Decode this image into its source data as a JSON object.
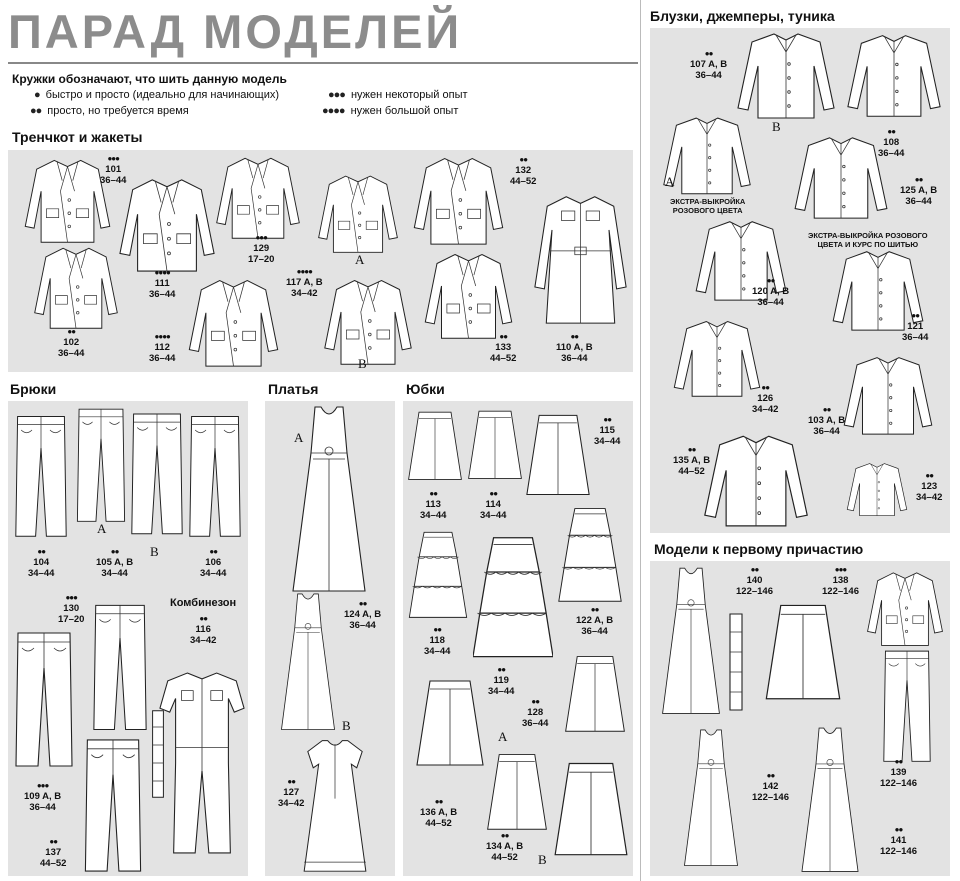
{
  "page": {
    "title": "ПАРАД МОДЕЛЕЙ",
    "legend_title": "Кружки обозначают, что шить данную модель",
    "legend": [
      {
        "dots": "●",
        "text": "быстро и просто (идеально для начинающих)"
      },
      {
        "dots": "●●",
        "text": "просто, но требуется время"
      },
      {
        "dots": "●●●",
        "text": "нужен некоторый опыт"
      },
      {
        "dots": "●●●●",
        "text": "нужен большой опыт"
      }
    ]
  },
  "sections": {
    "trench": "Тренчкот и жакеты",
    "pants": "Брюки",
    "dresses": "Платья",
    "skirts": "Юбки",
    "blouses": "Блузки, джемперы, туника",
    "communion": "Модели к первому причастию",
    "jumpsuit": "Комбинезон"
  },
  "notes": {
    "pink1": "ЭКСТРА-ВЫКРОЙКА\nРОЗОВОГО ЦВЕТА",
    "pink2": "ЭКСТРА-ВЫКРОЙКА РОЗОВОГО\nЦВЕТА И КУРС ПО ШИТЬЮ"
  },
  "variants": {
    "a": "A",
    "b": "B"
  },
  "models": [
    {
      "id": "m101",
      "dots": "●●●",
      "num": "101",
      "size": "36–44"
    },
    {
      "id": "m102",
      "dots": "●●",
      "num": "102",
      "size": "36–44"
    },
    {
      "id": "m111",
      "dots": "●●●●",
      "num": "111",
      "size": "36–44"
    },
    {
      "id": "m112",
      "dots": "●●●●",
      "num": "112",
      "size": "36–44"
    },
    {
      "id": "m129",
      "dots": "●●●",
      "num": "129",
      "size": "17–20"
    },
    {
      "id": "m117",
      "dots": "●●●●",
      "num": "117 A, B",
      "size": "34–42"
    },
    {
      "id": "m132",
      "dots": "●●",
      "num": "132",
      "size": "44–52"
    },
    {
      "id": "m133",
      "dots": "●●",
      "num": "133",
      "size": "44–52"
    },
    {
      "id": "m110",
      "dots": "●●",
      "num": "110 A, B",
      "size": "36–44"
    },
    {
      "id": "m104",
      "dots": "●●",
      "num": "104",
      "size": "34–44"
    },
    {
      "id": "m105",
      "dots": "●●",
      "num": "105 A, B",
      "size": "34–44"
    },
    {
      "id": "m106",
      "dots": "●●",
      "num": "106",
      "size": "34–44"
    },
    {
      "id": "m130",
      "dots": "●●●",
      "num": "130",
      "size": "17–20"
    },
    {
      "id": "m116",
      "dots": "●●",
      "num": "116",
      "size": "34–42"
    },
    {
      "id": "m109",
      "dots": "●●●",
      "num": "109 A, B",
      "size": "36–44"
    },
    {
      "id": "m137",
      "dots": "●●",
      "num": "137",
      "size": "44–52"
    },
    {
      "id": "m124",
      "dots": "●●",
      "num": "124 A, B",
      "size": "36–44"
    },
    {
      "id": "m127",
      "dots": "●●",
      "num": "127",
      "size": "34–42"
    },
    {
      "id": "m113",
      "dots": "●●",
      "num": "113",
      "size": "34–44"
    },
    {
      "id": "m114",
      "dots": "●●",
      "num": "114",
      "size": "34–44"
    },
    {
      "id": "m115",
      "dots": "●●",
      "num": "115",
      "size": "34–44"
    },
    {
      "id": "m118",
      "dots": "●●",
      "num": "118",
      "size": "34–44"
    },
    {
      "id": "m119",
      "dots": "●●",
      "num": "119",
      "size": "34–44"
    },
    {
      "id": "m122",
      "dots": "●●",
      "num": "122 A, B",
      "size": "36–44"
    },
    {
      "id": "m128",
      "dots": "●●",
      "num": "128",
      "size": "36–44"
    },
    {
      "id": "m136",
      "dots": "●●",
      "num": "136 A, B",
      "size": "44–52"
    },
    {
      "id": "m134",
      "dots": "●●",
      "num": "134 A, B",
      "size": "44–52"
    },
    {
      "id": "m107",
      "dots": "●●",
      "num": "107 A, B",
      "size": "36–44"
    },
    {
      "id": "m108",
      "dots": "●●",
      "num": "108",
      "size": "36–44"
    },
    {
      "id": "m125",
      "dots": "●●",
      "num": "125 A, B",
      "size": "36–44"
    },
    {
      "id": "m120",
      "dots": "●●",
      "num": "120 A, B",
      "size": "36–44"
    },
    {
      "id": "m121",
      "dots": "●●",
      "num": "121",
      "size": "36–44"
    },
    {
      "id": "m126",
      "dots": "●●",
      "num": "126",
      "size": "34–42"
    },
    {
      "id": "m103",
      "dots": "●●",
      "num": "103 A, B",
      "size": "36–44"
    },
    {
      "id": "m135",
      "dots": "●●",
      "num": "135 A, B",
      "size": "44–52"
    },
    {
      "id": "m123",
      "dots": "●●",
      "num": "123",
      "size": "34–42"
    },
    {
      "id": "m140",
      "dots": "●●",
      "num": "140",
      "size": "122–146"
    },
    {
      "id": "m138",
      "dots": "●●●",
      "num": "138",
      "size": "122–146"
    },
    {
      "id": "m142",
      "dots": "●●",
      "num": "142",
      "size": "122–146"
    },
    {
      "id": "m139",
      "dots": "●●",
      "num": "139",
      "size": "122–146"
    },
    {
      "id": "m141",
      "dots": "●●",
      "num": "141",
      "size": "122–146"
    }
  ]
}
